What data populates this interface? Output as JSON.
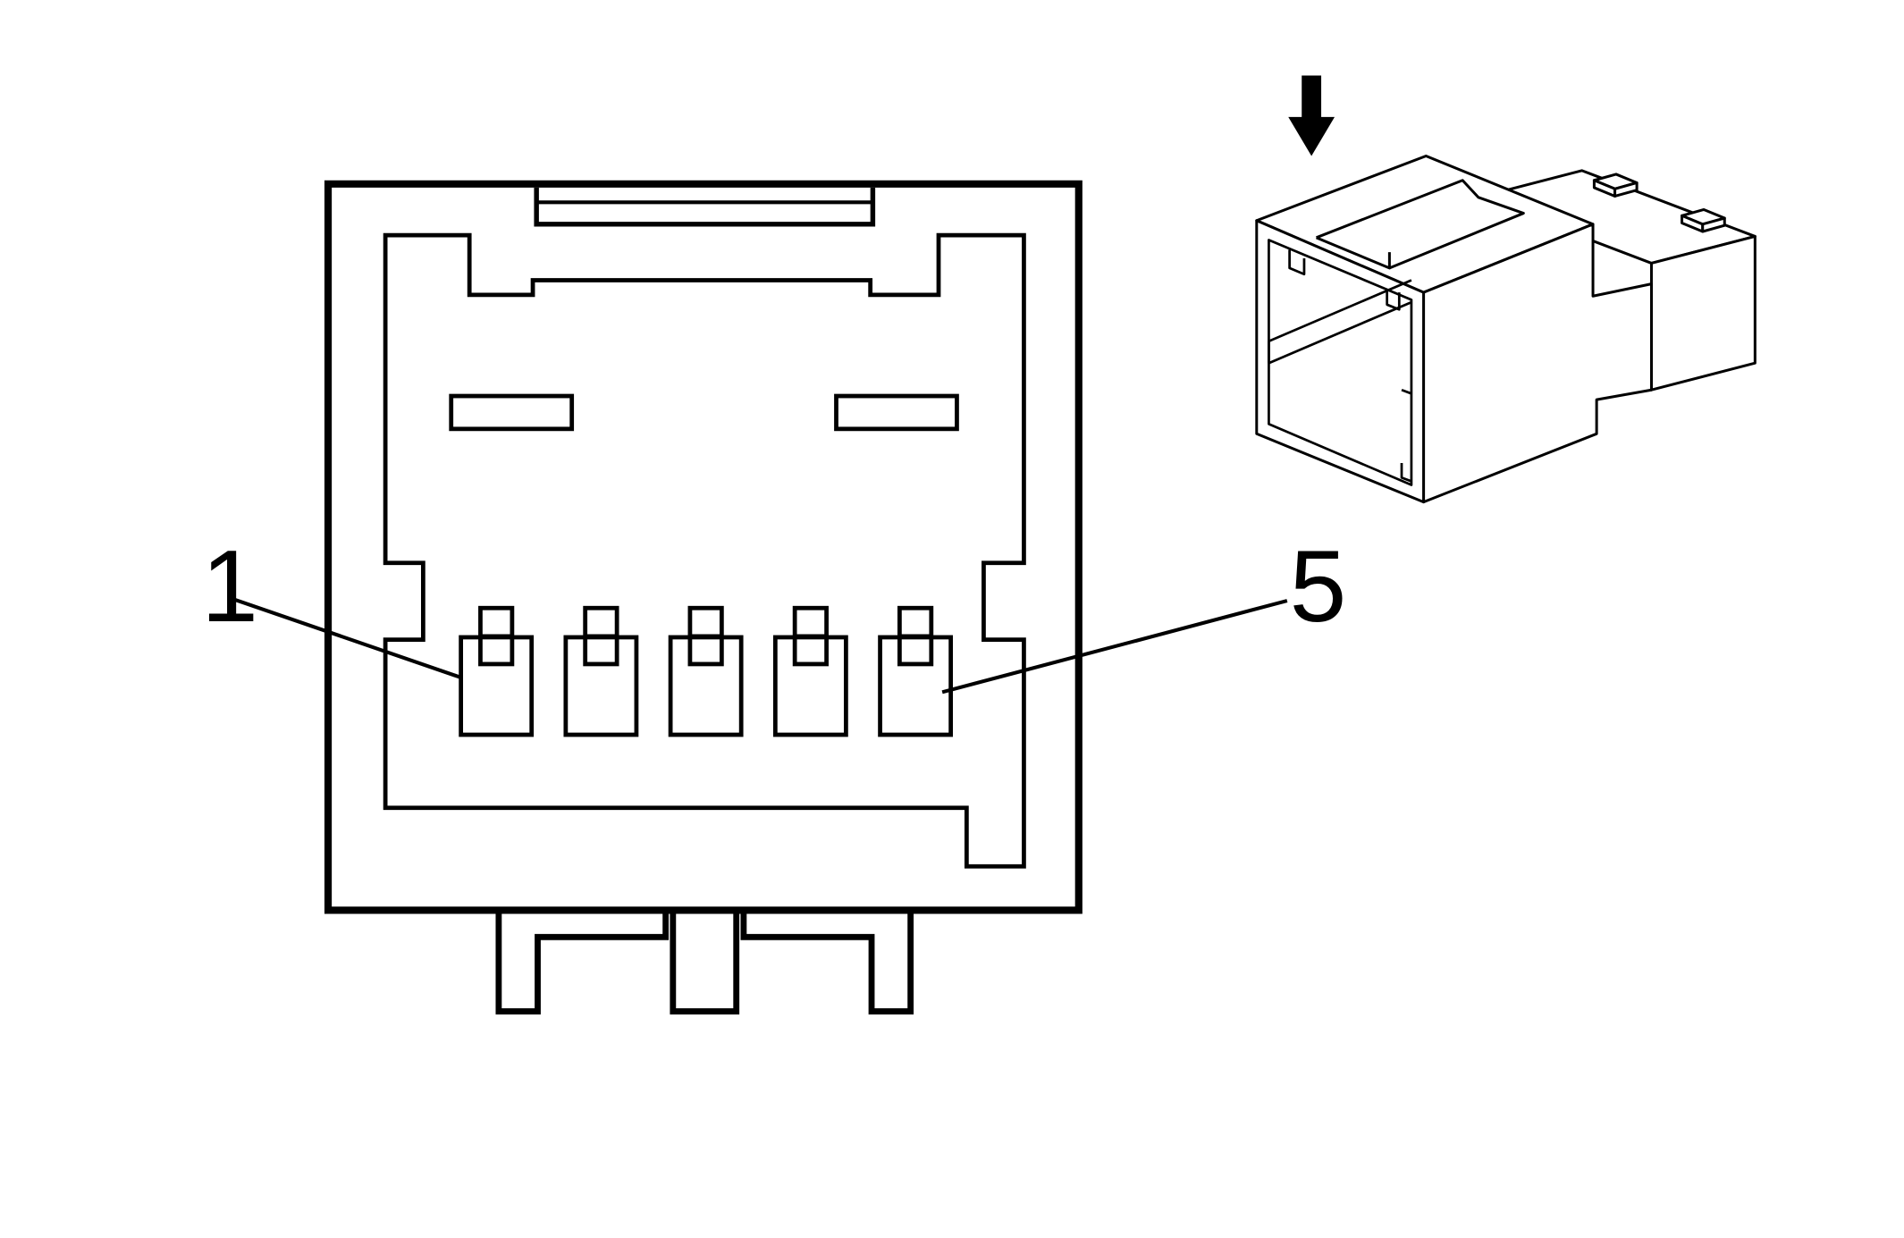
{
  "diagram": {
    "callouts": [
      {
        "label": "1",
        "pin": 1
      },
      {
        "label": "5",
        "pin": 5
      }
    ],
    "pin_count": 5,
    "colors": {
      "line": "#000000",
      "background": "#ffffff"
    },
    "icons": {
      "direction_arrow": "down-arrow-icon"
    }
  }
}
